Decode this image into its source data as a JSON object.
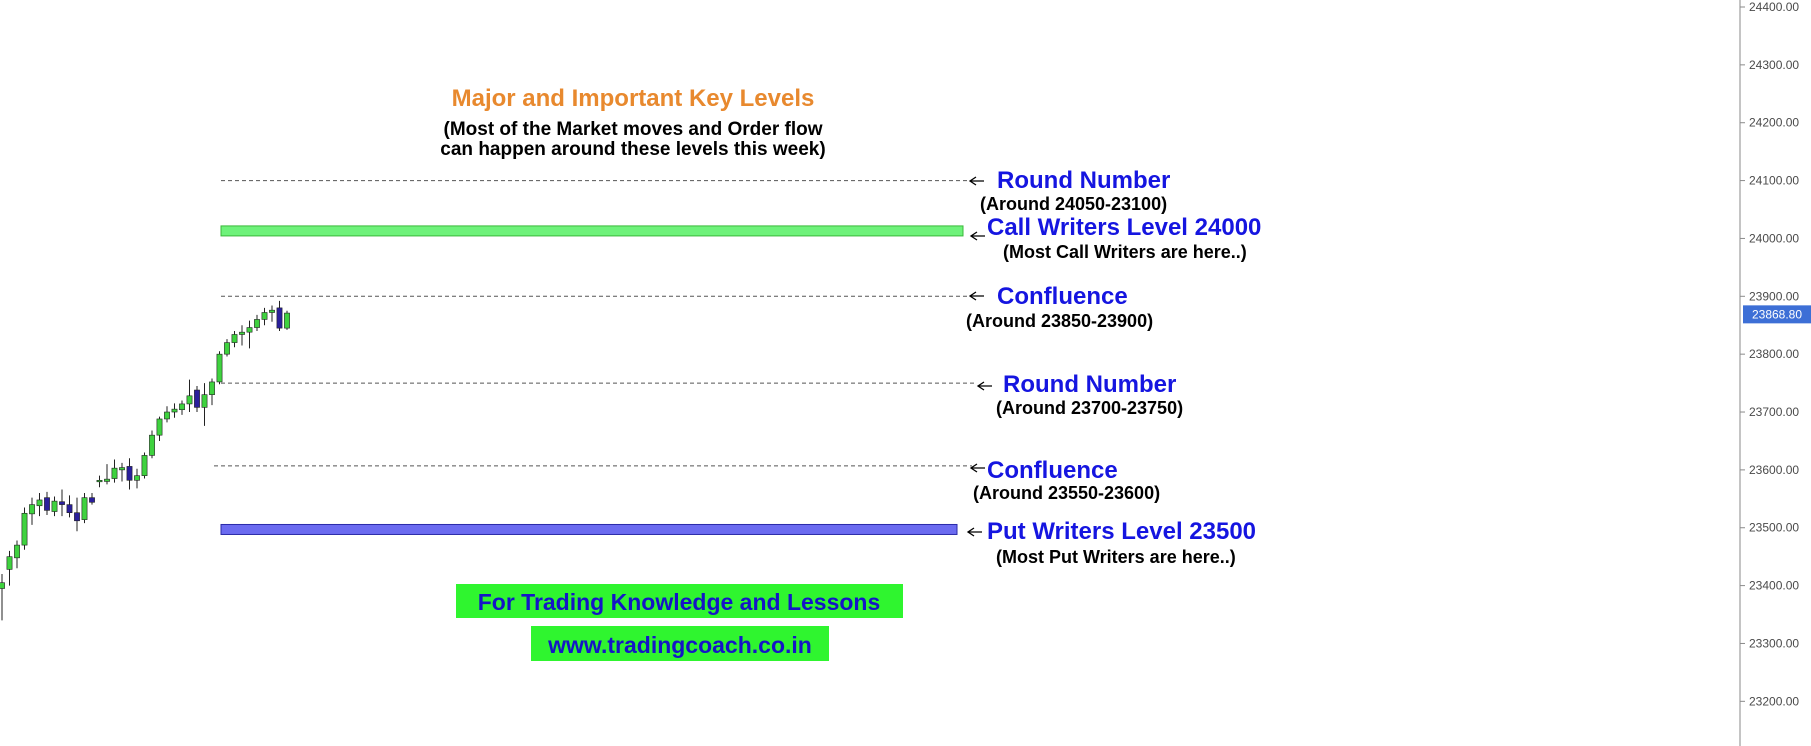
{
  "chart_data": {
    "type": "candlestick",
    "y_axis": {
      "position": "right",
      "ticks": [
        "24400.00",
        "24300.00",
        "24200.00",
        "24100.00",
        "24000.00",
        "23900.00",
        "23800.00",
        "23700.00",
        "23600.00",
        "23500.00",
        "23400.00",
        "23300.00",
        "23200.00"
      ],
      "ylim": [
        23130,
        24415
      ]
    },
    "current_price": {
      "label": "23868.80",
      "value": 23868.8,
      "color": "#3d6fd6"
    },
    "title": {
      "text": "Major and Important Key Levels",
      "color": "#e8892e"
    },
    "subtitle_lines": [
      "(Most of the Market moves and Order flow",
      "can happen around these levels this week)"
    ],
    "levels": [
      {
        "kind": "dashed",
        "value": 24100,
        "label": "Round Number",
        "sub": "(Around 24050-23100)"
      },
      {
        "kind": "band",
        "value": 24013,
        "label": "Call Writers Level 24000",
        "sub": "(Most Call Writers are here..)",
        "color": "#6ef27a"
      },
      {
        "kind": "dashed",
        "value": 23900,
        "label": "Confluence",
        "sub": "(Around 23850-23900)"
      },
      {
        "kind": "dashed",
        "value": 23750,
        "label": "Round Number",
        "sub": "(Around 23700-23750)"
      },
      {
        "kind": "dashed",
        "value": 23607,
        "label": "Confluence",
        "sub": "(Around 23550-23600)"
      },
      {
        "kind": "band",
        "value": 23497,
        "label": "Put Writers Level 23500",
        "sub": "(Most Put Writers are here..)",
        "color": "#6b6bf0"
      }
    ],
    "candles": [
      [
        23395,
        23420,
        23340,
        23405
      ],
      [
        23428,
        23460,
        23400,
        23450
      ],
      [
        23448,
        23478,
        23430,
        23470
      ],
      [
        23470,
        23535,
        23462,
        23525
      ],
      [
        23524,
        23552,
        23505,
        23540
      ],
      [
        23538,
        23560,
        23520,
        23548
      ],
      [
        23552,
        23562,
        23522,
        23530
      ],
      [
        23528,
        23554,
        23520,
        23546
      ],
      [
        23545,
        23566,
        23520,
        23540
      ],
      [
        23540,
        23556,
        23518,
        23526
      ],
      [
        23526,
        23552,
        23494,
        23512
      ],
      [
        23514,
        23560,
        23508,
        23552
      ],
      [
        23552,
        23560,
        23540,
        23544
      ],
      [
        23580,
        23590,
        23570,
        23582
      ],
      [
        23580,
        23610,
        23575,
        23584
      ],
      [
        23585,
        23618,
        23578,
        23603
      ],
      [
        23600,
        23612,
        23580,
        23604
      ],
      [
        23606,
        23620,
        23566,
        23582
      ],
      [
        23582,
        23602,
        23568,
        23590
      ],
      [
        23590,
        23630,
        23585,
        23625
      ],
      [
        23625,
        23668,
        23620,
        23660
      ],
      [
        23660,
        23692,
        23650,
        23688
      ],
      [
        23688,
        23710,
        23682,
        23700
      ],
      [
        23700,
        23715,
        23690,
        23705
      ],
      [
        23704,
        23720,
        23695,
        23714
      ],
      [
        23714,
        23756,
        23700,
        23728
      ],
      [
        23738,
        23745,
        23700,
        23708
      ],
      [
        23708,
        23750,
        23676,
        23730
      ],
      [
        23730,
        23758,
        23712,
        23752
      ],
      [
        23752,
        23805,
        23748,
        23800
      ],
      [
        23800,
        23826,
        23796,
        23820
      ],
      [
        23820,
        23840,
        23812,
        23834
      ],
      [
        23834,
        23850,
        23815,
        23838
      ],
      [
        23838,
        23858,
        23810,
        23846
      ],
      [
        23846,
        23868,
        23840,
        23860
      ],
      [
        23860,
        23880,
        23850,
        23872
      ],
      [
        23872,
        23884,
        23856,
        23876
      ],
      [
        23880,
        23892,
        23840,
        23845
      ],
      [
        23845,
        23875,
        23842,
        23871
      ]
    ],
    "colors": {
      "up": "#3fd23f",
      "down": "#2a1f9c"
    }
  },
  "branding": {
    "line1": "For Trading Knowledge and Lessons",
    "line2": "www.tradingcoach.co.in",
    "bg_color": "#2ff52f",
    "text_color": "#1515c7"
  },
  "label_color": "#1515e0"
}
